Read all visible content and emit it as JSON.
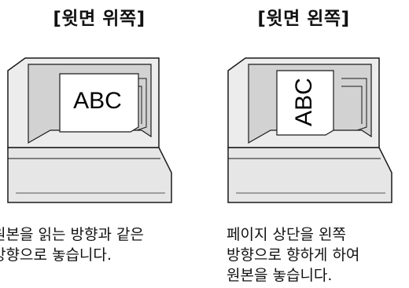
{
  "panels": [
    {
      "heading": "[윗면 위쪽]",
      "paper_text": "ABC",
      "paper_orientation": "upright",
      "caption_lines": [
        "원본을 읽는 방향과 같은",
        "방향으로 놓습니다."
      ]
    },
    {
      "heading": "[윗면 왼쪽]",
      "paper_text": "ABC",
      "paper_orientation": "rotated-left",
      "caption_lines": [
        "페이지 상단을 왼쪽",
        "방향으로 향하게 하여",
        "원본을 놓습니다."
      ]
    }
  ],
  "colors": {
    "device_fill": "#e6e6e6",
    "device_shade": "#d2d2d2",
    "outline": "#1a1a1a",
    "paper": "#ffffff"
  }
}
